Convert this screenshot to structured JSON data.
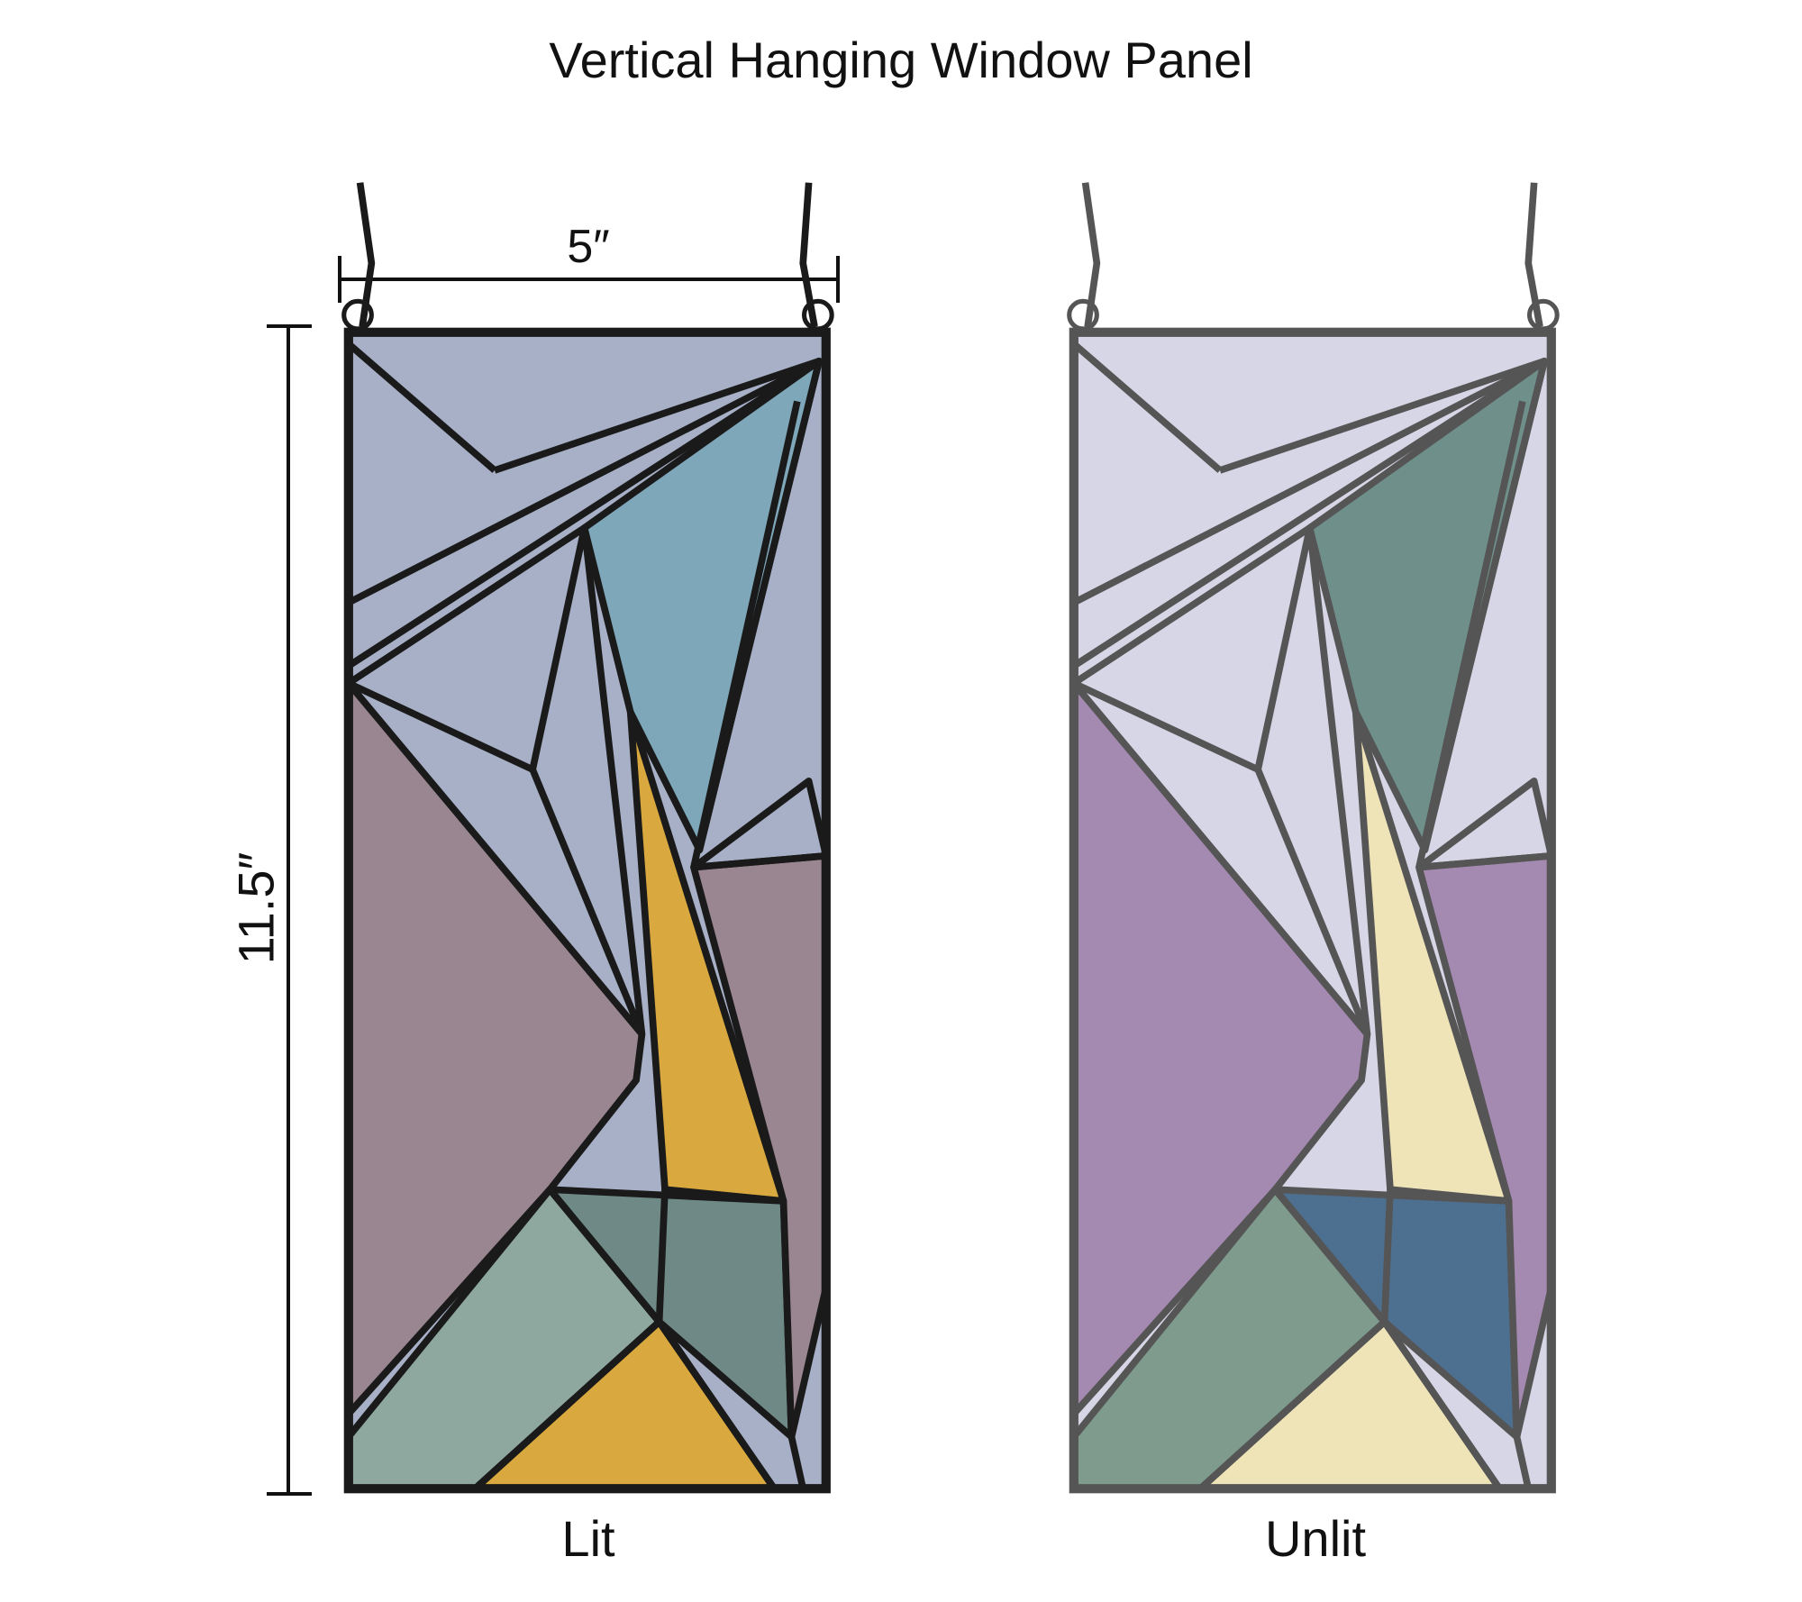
{
  "title": "Vertical Hanging Window Panel",
  "dimensions": {
    "width": "5″",
    "height": "11.5″"
  },
  "panels": [
    {
      "label": "Lit",
      "colors": {
        "lead": "#1a1a1a",
        "clear": "#a7b0c6",
        "mauve": "#9a8690",
        "teal": "#7ea7ba",
        "yellow": "#d9a93f",
        "green": "#6f8a86",
        "seafoam": "#8ea89f"
      }
    },
    {
      "label": "Unlit",
      "colors": {
        "lead": "#555555",
        "clear": "#d6d6e6",
        "mauve": "#a489b0",
        "teal": "#6f8f8a",
        "yellow": "#efe3b8",
        "green": "#4d6f90",
        "seafoam": "#7f9b8e"
      }
    }
  ]
}
